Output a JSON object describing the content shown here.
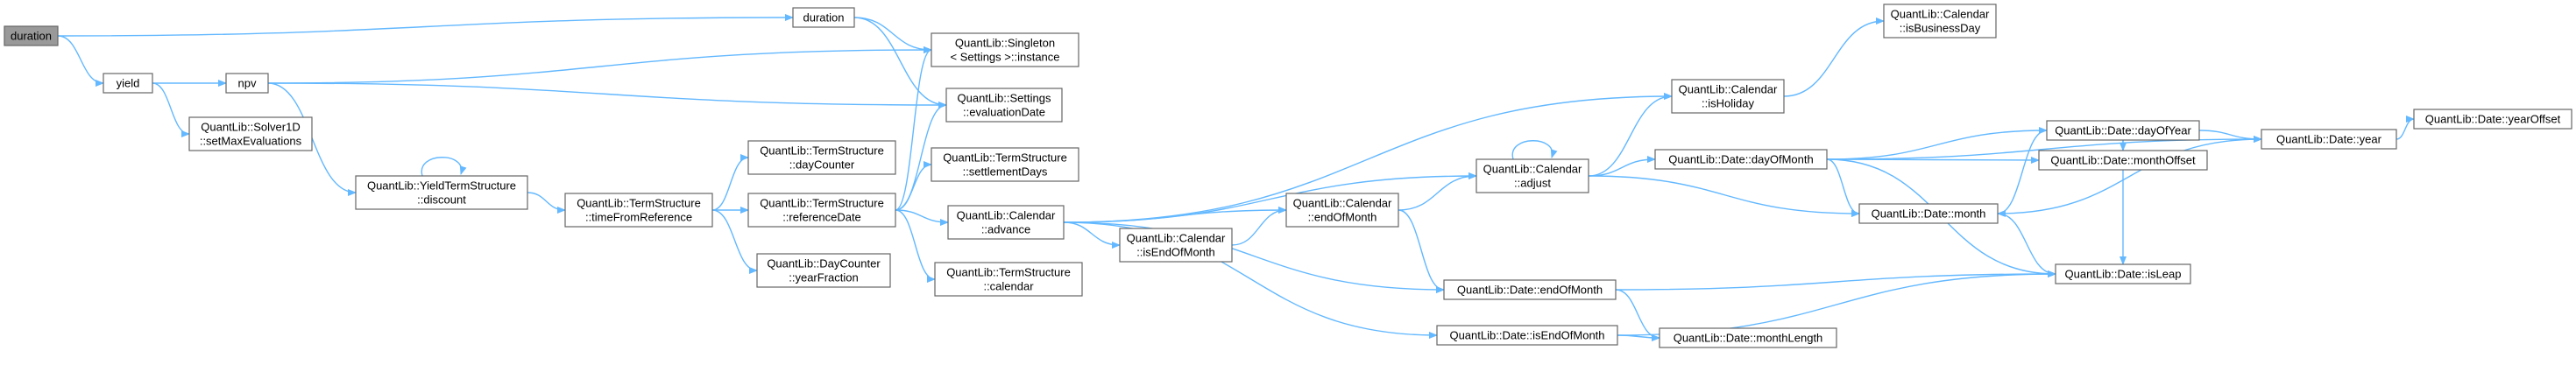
{
  "diagram": {
    "root": "duration",
    "colors": {
      "edge": "#63b8ff",
      "node_fill": "#ffffff",
      "root_fill": "#999999",
      "node_border": "#666666",
      "text": "#000000"
    },
    "nodes": [
      {
        "id": "root",
        "lines": [
          "duration"
        ],
        "root": true
      },
      {
        "id": "duration2",
        "lines": [
          "duration"
        ]
      },
      {
        "id": "yield",
        "lines": [
          "yield"
        ]
      },
      {
        "id": "npv",
        "lines": [
          "npv"
        ]
      },
      {
        "id": "solver",
        "lines": [
          "QuantLib::Solver1D",
          "::setMaxEvaluations"
        ]
      },
      {
        "id": "singleton",
        "lines": [
          "QuantLib::Singleton",
          "< Settings >::instance"
        ]
      },
      {
        "id": "evaldate",
        "lines": [
          "QuantLib::Settings",
          "::evaluationDate"
        ]
      },
      {
        "id": "discount",
        "lines": [
          "QuantLib::YieldTermStructure",
          "::discount"
        ]
      },
      {
        "id": "tfr",
        "lines": [
          "QuantLib::TermStructure",
          "::timeFromReference"
        ]
      },
      {
        "id": "daycounter",
        "lines": [
          "QuantLib::TermStructure",
          "::dayCounter"
        ]
      },
      {
        "id": "refdate",
        "lines": [
          "QuantLib::TermStructure",
          "::referenceDate"
        ]
      },
      {
        "id": "yearfraction",
        "lines": [
          "QuantLib::DayCounter",
          "::yearFraction"
        ]
      },
      {
        "id": "settlement",
        "lines": [
          "QuantLib::TermStructure",
          "::settlementDays"
        ]
      },
      {
        "id": "advance",
        "lines": [
          "QuantLib::Calendar",
          "::advance"
        ]
      },
      {
        "id": "tscalendar",
        "lines": [
          "QuantLib::TermStructure",
          "::calendar"
        ]
      },
      {
        "id": "calIsEnd",
        "lines": [
          "QuantLib::Calendar",
          "::isEndOfMonth"
        ]
      },
      {
        "id": "calEnd",
        "lines": [
          "QuantLib::Calendar",
          "::endOfMonth"
        ]
      },
      {
        "id": "adjust",
        "lines": [
          "QuantLib::Calendar",
          "::adjust"
        ]
      },
      {
        "id": "isHoliday",
        "lines": [
          "QuantLib::Calendar",
          "::isHoliday"
        ]
      },
      {
        "id": "isBusiness",
        "lines": [
          "QuantLib::Calendar",
          "::isBusinessDay"
        ]
      },
      {
        "id": "dateEnd",
        "lines": [
          "QuantLib::Date::endOfMonth"
        ]
      },
      {
        "id": "dateIsEnd",
        "lines": [
          "QuantLib::Date::isEndOfMonth"
        ]
      },
      {
        "id": "dom",
        "lines": [
          "QuantLib::Date::dayOfMonth"
        ]
      },
      {
        "id": "monthLength",
        "lines": [
          "QuantLib::Date::monthLength"
        ]
      },
      {
        "id": "doy",
        "lines": [
          "QuantLib::Date::dayOfYear"
        ]
      },
      {
        "id": "monthOffset",
        "lines": [
          "QuantLib::Date::monthOffset"
        ]
      },
      {
        "id": "month",
        "lines": [
          "QuantLib::Date::month"
        ]
      },
      {
        "id": "isLeap",
        "lines": [
          "QuantLib::Date::isLeap"
        ]
      },
      {
        "id": "year",
        "lines": [
          "QuantLib::Date::year"
        ]
      },
      {
        "id": "yearOffset",
        "lines": [
          "QuantLib::Date::yearOffset"
        ]
      }
    ],
    "edges": [
      [
        "root",
        "duration2"
      ],
      [
        "root",
        "yield"
      ],
      [
        "duration2",
        "singleton"
      ],
      [
        "duration2",
        "evaldate"
      ],
      [
        "yield",
        "npv"
      ],
      [
        "yield",
        "solver"
      ],
      [
        "npv",
        "singleton"
      ],
      [
        "npv",
        "evaldate"
      ],
      [
        "npv",
        "discount"
      ],
      [
        "discount",
        "discount"
      ],
      [
        "discount",
        "tfr"
      ],
      [
        "tfr",
        "daycounter"
      ],
      [
        "tfr",
        "refdate"
      ],
      [
        "tfr",
        "yearfraction"
      ],
      [
        "refdate",
        "singleton"
      ],
      [
        "refdate",
        "evaldate"
      ],
      [
        "refdate",
        "settlement"
      ],
      [
        "refdate",
        "advance"
      ],
      [
        "refdate",
        "tscalendar"
      ],
      [
        "advance",
        "isHoliday"
      ],
      [
        "advance",
        "adjust"
      ],
      [
        "advance",
        "calIsEnd"
      ],
      [
        "advance",
        "calEnd"
      ],
      [
        "advance",
        "dateEnd"
      ],
      [
        "advance",
        "dateIsEnd"
      ],
      [
        "calIsEnd",
        "calEnd"
      ],
      [
        "calEnd",
        "adjust"
      ],
      [
        "calEnd",
        "dateEnd"
      ],
      [
        "adjust",
        "adjust"
      ],
      [
        "adjust",
        "isHoliday"
      ],
      [
        "adjust",
        "dom"
      ],
      [
        "adjust",
        "month"
      ],
      [
        "isHoliday",
        "isBusiness"
      ],
      [
        "dom",
        "doy"
      ],
      [
        "dom",
        "monthOffset"
      ],
      [
        "dom",
        "month"
      ],
      [
        "dom",
        "isLeap"
      ],
      [
        "dom",
        "year"
      ],
      [
        "doy",
        "monthOffset"
      ],
      [
        "doy",
        "month"
      ],
      [
        "doy",
        "isLeap"
      ],
      [
        "doy",
        "year"
      ],
      [
        "month",
        "year"
      ],
      [
        "month",
        "isLeap"
      ],
      [
        "dateEnd",
        "isLeap"
      ],
      [
        "dateEnd",
        "monthLength"
      ],
      [
        "dateIsEnd",
        "monthLength"
      ],
      [
        "dateIsEnd",
        "isLeap"
      ],
      [
        "year",
        "yearOffset"
      ]
    ]
  }
}
